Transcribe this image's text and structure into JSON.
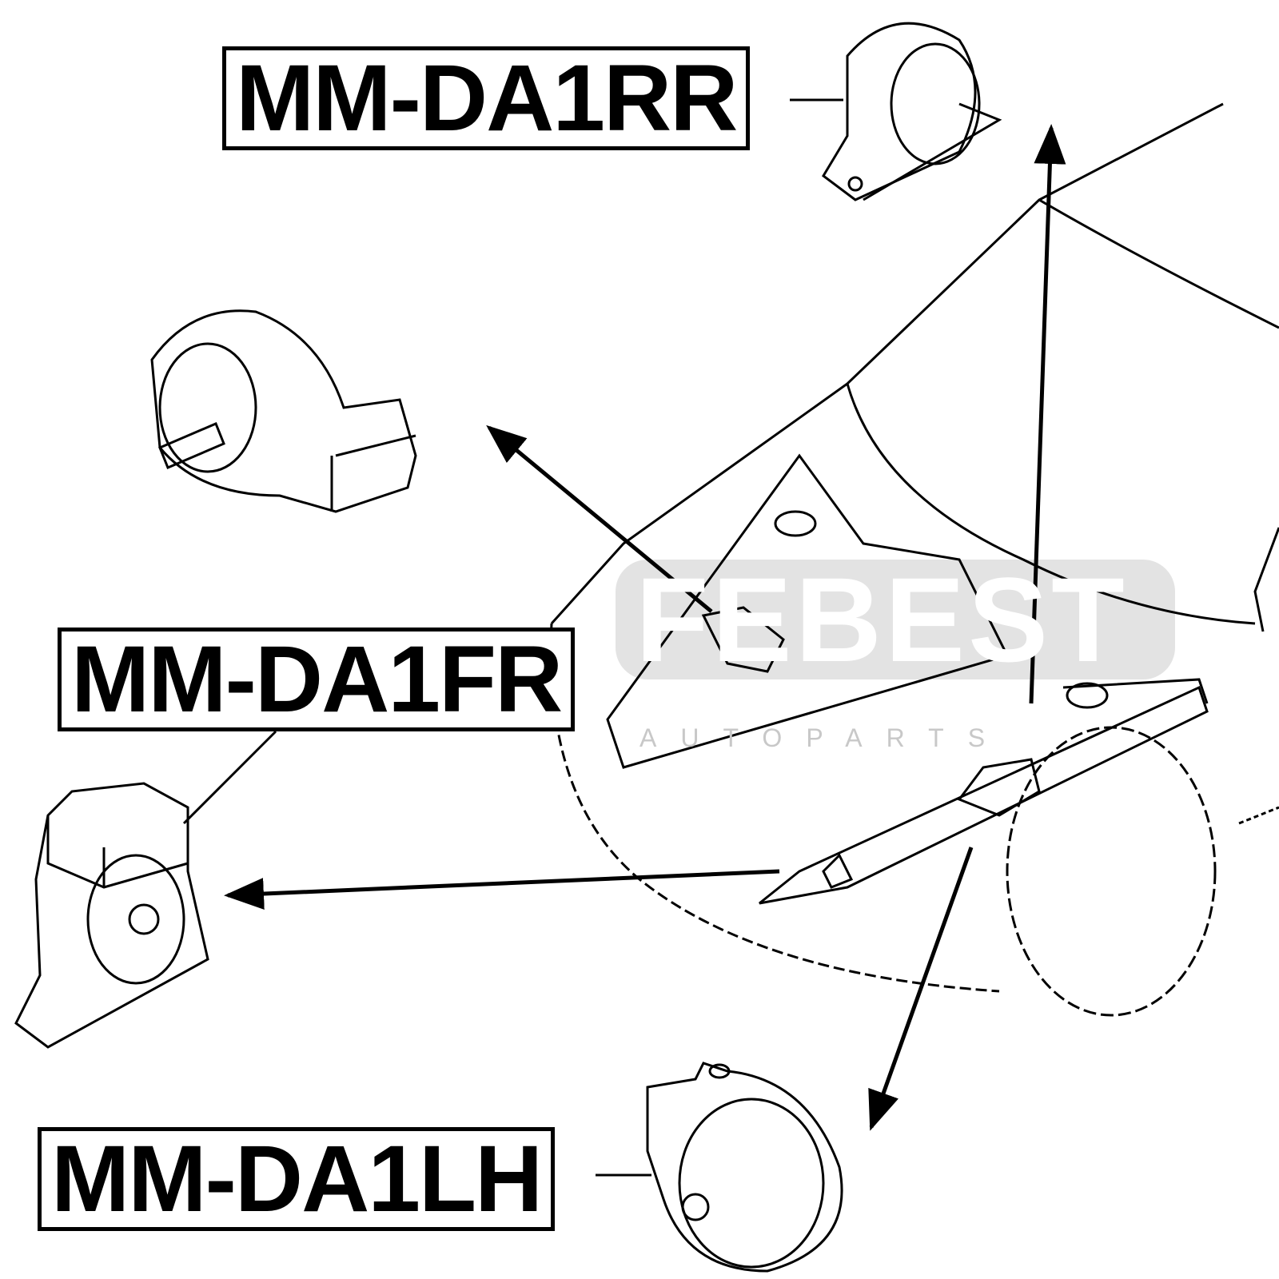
{
  "watermark": {
    "brand": "FEBEST",
    "tagline": "AUTOPARTS"
  },
  "parts": [
    {
      "label": "MM-DA1RR"
    },
    {
      "label": "MM-DA1FR"
    },
    {
      "label": "MM-DA1LH"
    }
  ]
}
